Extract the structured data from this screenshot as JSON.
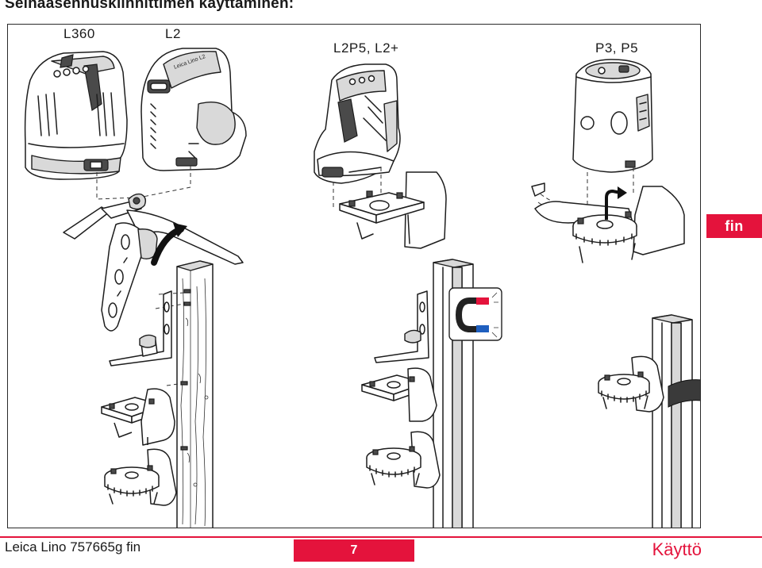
{
  "page": {
    "title": "Seinäasennuskiinnittimen käyttäminen:",
    "language_tab": "fin",
    "footer_left": "Leica Lino 757665g fin",
    "page_number": "7",
    "section": "Käyttö"
  },
  "illustration": {
    "labels": {
      "l360": "L360",
      "l2": "L2",
      "l2p5": "L2P5, L2+",
      "p3p5": "P3, P5"
    },
    "device_print": {
      "l2_body": "Leica Lino L2"
    }
  },
  "colors": {
    "accent": "#e4133c",
    "magnet_north": "#e4133c",
    "magnet_south": "#1f5fbf"
  },
  "icons": [
    "magnet-icon",
    "rotate-arrow-icon"
  ]
}
